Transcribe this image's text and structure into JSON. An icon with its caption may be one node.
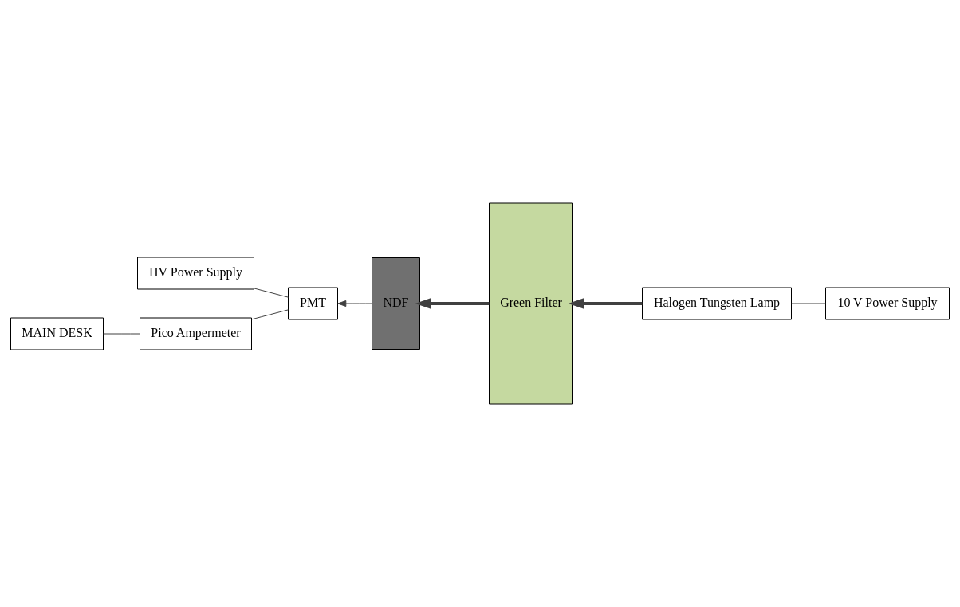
{
  "diagram": {
    "nodes": [
      {
        "text": [
          "HV Power Supply"
        ]
      },
      {
        "text": [
          "PMT"
        ]
      },
      {
        "text": [
          "NDF"
        ]
      },
      {
        "text": [
          "Green Filter"
        ]
      },
      {
        "text": [
          "Halogen Tungsten Lamp"
        ]
      },
      {
        "text": [
          "10 V Power Supply"
        ]
      },
      {
        "text": [
          "Pico Ampermeter"
        ]
      },
      {
        "text": [
          "MAIN DESK"
        ]
      }
    ],
    "edges": [
      {
        "from": 5,
        "to": 4,
        "arrow": "none"
      },
      {
        "from": 4,
        "to": 3,
        "arrow": "to",
        "style": "thick"
      },
      {
        "from": 3,
        "to": 2,
        "arrow": "to",
        "style": "thick"
      },
      {
        "from": 2,
        "to": 1,
        "arrow": "to"
      },
      {
        "from": 1,
        "to": 0,
        "arrow": "none"
      },
      {
        "from": 1,
        "to": 6,
        "arrow": "none"
      },
      {
        "from": 6,
        "to": 7,
        "arrow": "none"
      }
    ]
  }
}
